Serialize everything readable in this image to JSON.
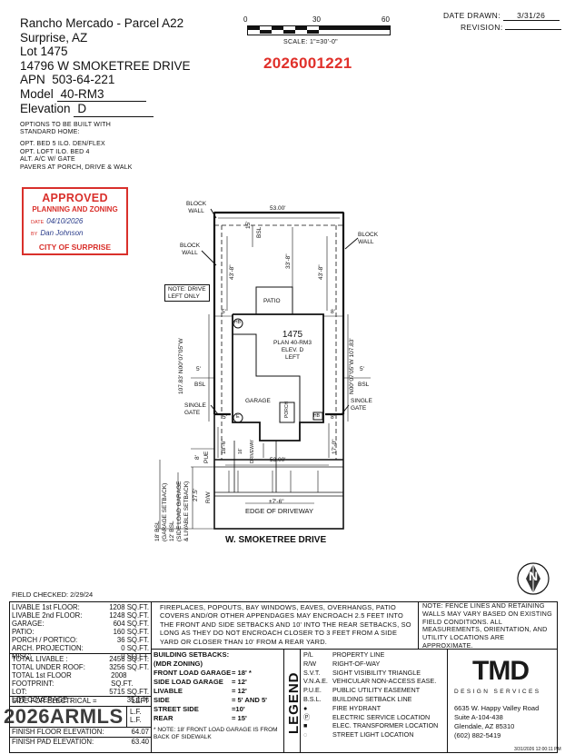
{
  "header": {
    "project": "Rancho Mercado - Parcel A22",
    "city": "Surprise, AZ",
    "lot": "Lot 1475",
    "address": "14796 W SMOKETREE DRIVE",
    "apn_label": "APN",
    "apn": "503-64-221",
    "model_label": "Model",
    "model": "40-RM3",
    "elevation_label": "Elevation",
    "elevation": "D",
    "options_title": "OPTIONS TO BE BUILT WITH",
    "options_title2": "STANDARD HOME:",
    "options": [
      "OPT. BED 5 ILO. DEN/FLEX",
      "OPT. LOFT ILO. BED 4",
      "ALT. A/C W/ GATE",
      "PAVERS AT PORCH, DRIVE & WALK"
    ]
  },
  "permit_number": "2026001221",
  "date_block": {
    "date_label": "DATE DRAWN:",
    "date": "3/31/26",
    "revision_label": "REVISION:"
  },
  "scale": {
    "ticks": [
      "0",
      "30",
      "60"
    ],
    "text": "SCALE: 1\"=30'-0\""
  },
  "stamp": {
    "title": "APPROVED",
    "subtitle": "PLANNING AND ZONING",
    "date_label": "DATE",
    "date": "04/10/2026",
    "by_label": "BY",
    "by": "Dan Johnson",
    "city": "CITY OF SURPRISE"
  },
  "plan": {
    "block_wall_top": [
      "BLOCK",
      "WALL"
    ],
    "block_wall_left": [
      "BLOCK",
      "WALL"
    ],
    "block_wall_right": [
      "BLOCK",
      "WALL"
    ],
    "note_drive": [
      "NOTE: DRIVE",
      "LEFT ONLY"
    ],
    "dim_top": "53.00'",
    "dim_bottom": "53.00'",
    "rear_bsl": "15'",
    "bsl": "BSL",
    "d_338": "33'-8\"",
    "d_438_left": "43'-8\"",
    "d_438_right": "43'-8\"",
    "patio": "PATIO",
    "lot_num": "1475",
    "plan_name": "PLAN 40-RM3",
    "elev": "ELEV. D",
    "hand": "LEFT",
    "left_bearing": "107.83' N00°07'05\"W",
    "right_bearing": "N00°07'05\"W 107.83'",
    "side_5_left": "5'",
    "side_5_right": "5'",
    "side_5_left_top": "5'",
    "side_8_right_top": "8'",
    "side_8_right_bot": "8'",
    "side_5_left_bot": "5'",
    "bsl_left": "BSL",
    "bsl_right": "BSL",
    "garage": "GARAGE",
    "porch": "PORCH",
    "hb": "HB",
    "e": "E",
    "gate_left": [
      "SINGLE",
      "GATE"
    ],
    "gate_right": [
      "SINGLE",
      "GATE"
    ],
    "d_186": "18'-6\"",
    "driveway": "DRIVEWAY",
    "d_16": "16'",
    "d_170": "17'-0\"",
    "pue_8": "8'",
    "pue": "PUE",
    "rw_275": "27.5'",
    "rw": "R/W",
    "bsl18": [
      "18' BSL",
      "(GARAGE SETBACK)"
    ],
    "bsl12": [
      "12' BSL",
      "(SIDE LOAD GARAGE",
      "& LIVABLE SETBACK)"
    ],
    "d_276": "±7'-6\"",
    "edge_driveway": "EDGE OF DRIVEWAY",
    "street": "W. SMOKETREE DRIVE"
  },
  "north_arrow": "N",
  "field_checked": "FIELD CHECKED: 2/29/24",
  "areas": [
    {
      "label": "LIVABLE 1st FLOOR:",
      "value": "1208 SQ.FT."
    },
    {
      "label": "LIVABLE 2nd FLOOR:",
      "value": "1248 SQ.FT."
    },
    {
      "label": "GARAGE:",
      "value": "604 SQ.FT."
    },
    {
      "label": "PATIO:",
      "value": "160 SQ.FT."
    },
    {
      "label": "PORCH / PORTICO:",
      "value": "36 SQ.FT."
    },
    {
      "label": "ARCH. PROJECTION:",
      "value": "0 SQ.FT."
    },
    {
      "label": "MISC:",
      "value": "0 SQ.FT."
    }
  ],
  "totals": [
    {
      "label": "TOTAL LIVABLE :",
      "value": "2456 SQ.FT."
    },
    {
      "label": "TOTAL UNDER ROOF:",
      "value": "3256 SQ.FT."
    },
    {
      "label": "TOTAL 1st FLOOR FOOTPRINT:",
      "value": "2008 SQ.FT."
    },
    {
      "label": "LOT:",
      "value": "5715 SQ.FT."
    },
    {
      "label": "LOT COVERAGE :",
      "value": "35.1 %"
    }
  ],
  "electric": {
    "label": "SIDE FOR ELECTRICAL =",
    "value": "LEFT"
  },
  "partial_row": {
    "label": "",
    "value": "L.F."
  },
  "partial_row2": {
    "label": "",
    "value": "L.F."
  },
  "finish_floor": {
    "label": "FINISH FLOOR ELEVATION:",
    "value": "64.07"
  },
  "finish_pad": {
    "label": "FINISH PAD ELEVATION:",
    "value": "63.40"
  },
  "fireplace_note": "FIREPLACES, POPOUTS, BAY WINDOWS, EAVES, OVERHANGS, PATIO COVERS AND/OR OTHER APPENDAGES MAY ENCROACH 2.5 FEET INTO THE FRONT AND SIDE SETBACKS AND 10' INTO THE REAR SETBACKS, SO LONG AS THEY DO NOT ENCROACH CLOSER TO 3 FEET FROM A SIDE YARD OR CLOSER THAN 10' FROM A REAR YARD.",
  "fence_note": "NOTE: FENCE LINES AND RETAINING WALLS MAY VARY BASED ON EXISTING FIELD CONDITIONS. ALL MEASUREMENTS, ORIENTATION, AND UTILITY LOCATIONS ARE APPROXIMATE.",
  "setbacks": {
    "title": "BUILDING SETBACKS:",
    "zoning": "(MDR ZONING)",
    "rows": [
      {
        "label": "FRONT LOAD GARAGE",
        "value": "= 18' *"
      },
      {
        "label": "SIDE LOAD GARAGE",
        "value": "= 12'"
      },
      {
        "label": "LIVABLE",
        "value": "= 12'"
      },
      {
        "label": "SIDE",
        "value": "= 5' AND 5'"
      },
      {
        "label": "STREET SIDE",
        "value": "=10'"
      },
      {
        "label": "REAR",
        "value": "= 15'"
      }
    ],
    "note": "* NOTE: 18' FRONT LOAD GARAGE IS FROM BACK OF SIDEWALK"
  },
  "legend": {
    "title": "LEGEND",
    "items": [
      {
        "abbr": "P/L",
        "text": "PROPERTY LINE"
      },
      {
        "abbr": "R/W",
        "text": "RIGHT-OF-WAY"
      },
      {
        "abbr": "S.V.T.",
        "text": "SIGHT VISIBILITY TRIANGLE"
      },
      {
        "abbr": "V.N.A.E.",
        "text": "VEHICULAR NON-ACCESS EASE."
      },
      {
        "abbr": "P.U.E.",
        "text": "PUBLIC UTILITY EASEMENT"
      },
      {
        "abbr": "B.S.L.",
        "text": "BUILDING SETBACK LINE"
      },
      {
        "abbr": "",
        "text": "FIRE HYDRANT"
      },
      {
        "abbr": "",
        "text": "ELECTRIC SERVICE LOCATION"
      },
      {
        "abbr": "",
        "text": "ELEC. TRANSFORMER LOCATION"
      },
      {
        "abbr": "",
        "text": "STREET LIGHT LOCATION"
      }
    ]
  },
  "company": {
    "logo": "TMD",
    "sub": "DESIGN SERVICES",
    "address": [
      "6635 W. Happy Valley Road",
      "Suite A-104-438",
      "Glendale, AZ 85310",
      "(602) 882-5419"
    ]
  },
  "watermark": "2026ARMLS",
  "footer_stamp": "3/31/2026 12:00:11 PM"
}
